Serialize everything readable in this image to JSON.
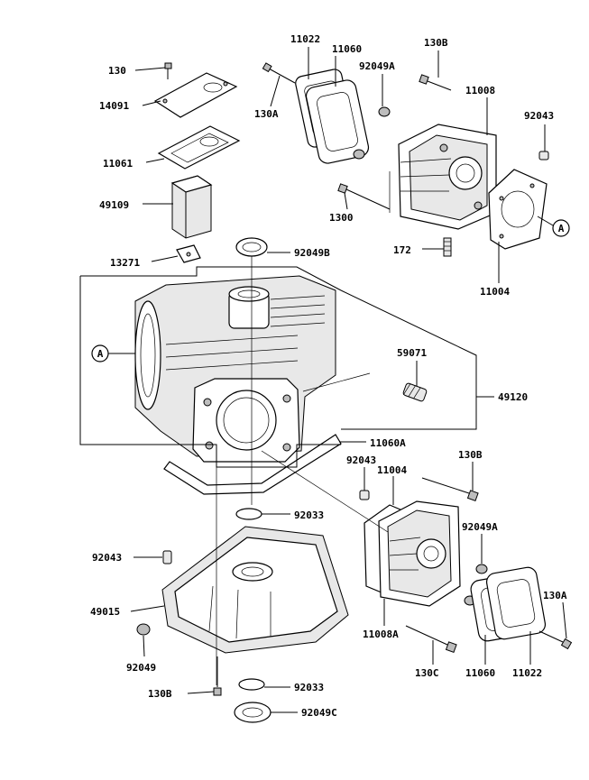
{
  "callouts": {
    "c130_top": "130",
    "c14091": "14091",
    "c11061": "11061",
    "c49109": "49109",
    "c13271": "13271",
    "c11022_top": "11022",
    "c11060_top": "11060",
    "c130a_top": "130A",
    "c92049a_top": "92049A",
    "c130b_top": "130B",
    "c11008": "11008",
    "c92043_top": "92043",
    "c1300": "1300",
    "c172": "172",
    "c11004_top": "11004",
    "c92049b": "92049B",
    "c59071": "59071",
    "c49120": "49120",
    "c11060a": "11060A",
    "c92043_mid": "92043",
    "c11004_mid": "11004",
    "c130b_mid": "130B",
    "c92033_top": "92033",
    "c92043_left": "92043",
    "c49015": "49015",
    "c92049a_mid": "92049A",
    "c130a_bot": "130A",
    "c92049": "92049",
    "c130b_bot": "130B",
    "c92033_bot": "92033",
    "c92049c": "92049C",
    "c11008a": "11008A",
    "c130c": "130C",
    "c11060_bot": "11060",
    "c11022_bot": "11022"
  },
  "markers": {
    "a_left": "A",
    "a_right": "A"
  }
}
